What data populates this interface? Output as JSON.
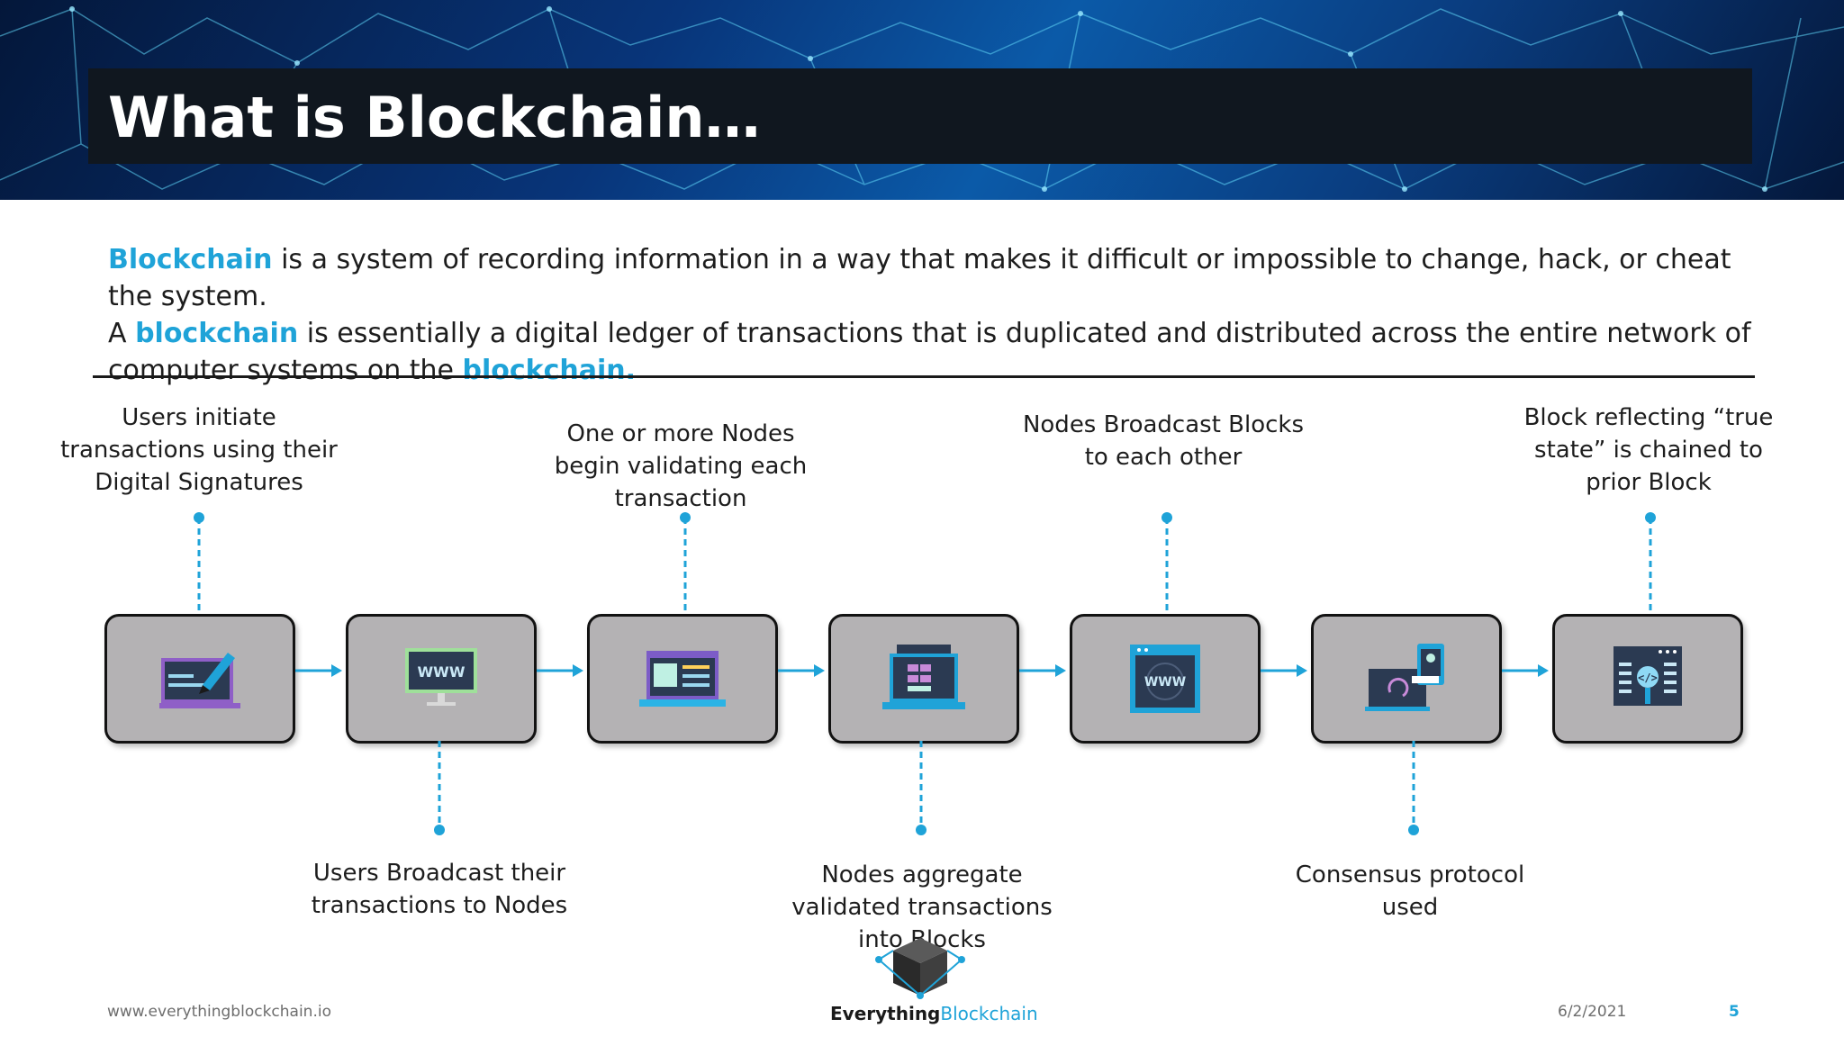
{
  "title": "What is Blockchain…",
  "intro": {
    "p1_hl": "Blockchain",
    "p1_rest": " is a system of recording information in a way that makes it difficult or impossible to change, hack, or cheat the system.",
    "p2_a": "A ",
    "p2_hl": "blockchain",
    "p2_rest": " is essentially a digital ledger of transactions that is duplicated and distributed across the entire network of computer systems on the ",
    "p2_hl2": "blockchain",
    "p2_end": "."
  },
  "steps": [
    {
      "icon": "digital-signature-icon"
    },
    {
      "icon": "www-monitor-icon"
    },
    {
      "icon": "laptop-dashboard-icon"
    },
    {
      "icon": "laptop-blocks-icon"
    },
    {
      "icon": "www-globe-icon"
    },
    {
      "icon": "sync-devices-icon"
    },
    {
      "icon": "code-window-icon"
    }
  ],
  "labels": {
    "l1": "Users initiate transactions using their Digital Signatures",
    "l2": "Users Broadcast their transactions to Nodes",
    "l3": "One or more Nodes begin validating each transaction",
    "l4": "Nodes aggregate validated transactions into Blocks",
    "l5": "Nodes Broadcast Blocks to each other",
    "l6": "Consensus protocol used",
    "l7": "Block reflecting “true state” is chained to prior Block"
  },
  "footer": {
    "url": "www.everythingblockchain.io",
    "date": "6/2/2021",
    "page": "5",
    "logo_a": "Everything",
    "logo_b": "Blockchain"
  },
  "colors": {
    "accent": "#1fa3d8",
    "box": "#b4b2b4",
    "titlebar": "#10171f"
  }
}
